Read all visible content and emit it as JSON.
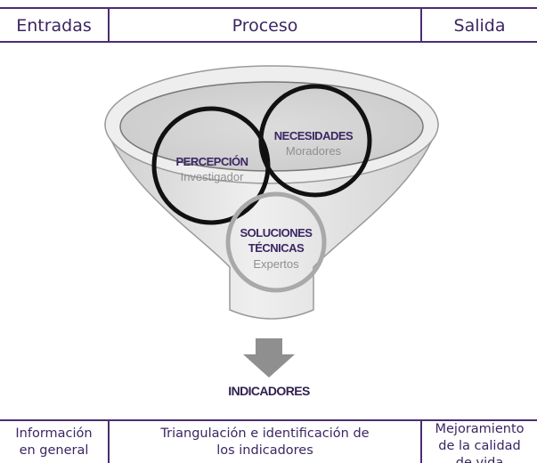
{
  "header": {
    "col1": "Entradas",
    "col2": "Proceso",
    "col3": "Salida"
  },
  "funnel": {
    "circles": [
      {
        "title": "PERCEPCIÓN",
        "subtitle": "Investigador"
      },
      {
        "title": "NECESIDADES",
        "subtitle": "Moradores"
      },
      {
        "title_line1": "SOLUCIONES",
        "title_line2": "TÉCNICAS",
        "subtitle": "Expertos"
      }
    ],
    "result": "INDICADORES"
  },
  "footer": {
    "col1": "Información\nen general",
    "col2": "Triangulación e identificación de\nlos indicadores",
    "col3": "Mejoramiento\nde la calidad\nde vida"
  },
  "colors": {
    "accent": "#4a2e72",
    "text": "#3b2663",
    "funnel_fill": "#e4e4e4",
    "circle_dark": "#111111",
    "circle_light": "#a9a9a9",
    "arrow": "#8f8f8f"
  }
}
